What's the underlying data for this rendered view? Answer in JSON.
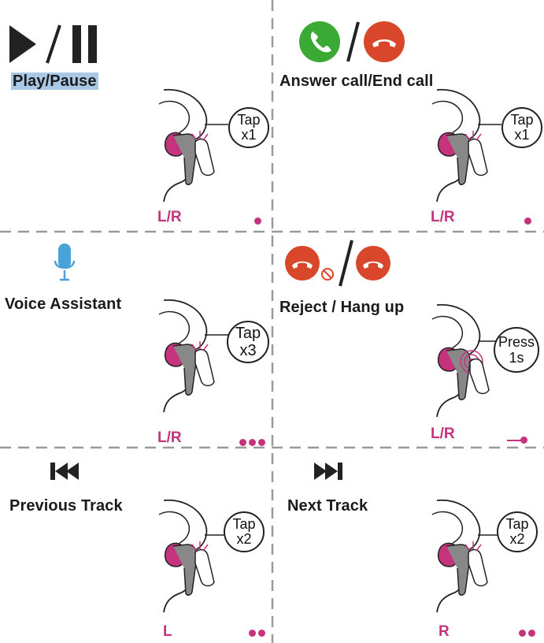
{
  "cells": [
    {
      "label": "Play/Pause",
      "side": "L/R",
      "gesture": {
        "line1": "Tap",
        "line2": "x1"
      },
      "dots": 1,
      "icons": [
        "play-icon",
        "pause-icon"
      ]
    },
    {
      "label": "Answer call/End call",
      "side": "L/R",
      "gesture": {
        "line1": "Tap",
        "line2": "x1"
      },
      "dots": 1,
      "icons": [
        "answer-call-icon",
        "end-call-icon"
      ]
    },
    {
      "label": "Voice Assistant",
      "side": "L/R",
      "gesture": {
        "line1": "Tap",
        "line2": "x3"
      },
      "dots": 3,
      "icons": [
        "microphone-icon"
      ]
    },
    {
      "label": "Reject / Hang up",
      "side": "L/R",
      "gesture": {
        "line1": "Press",
        "line2": "1s"
      },
      "dots": "hold",
      "icons": [
        "reject-call-icon",
        "hang-up-icon"
      ]
    },
    {
      "label": "Previous Track",
      "side": "L",
      "gesture": {
        "line1": "Tap",
        "line2": "x2"
      },
      "dots": 2,
      "icons": [
        "previous-track-icon"
      ]
    },
    {
      "label": "Next Track",
      "side": "R",
      "gesture": {
        "line1": "Tap",
        "line2": "x2"
      },
      "dots": 2,
      "icons": [
        "next-track-icon"
      ]
    }
  ],
  "colors": {
    "accent": "#c4337c",
    "answer_green": "#3aaa35",
    "end_red": "#d9472b",
    "mic_blue": "#4aa3d8",
    "highlight": "#a9c8e6",
    "divider": "#999999"
  }
}
